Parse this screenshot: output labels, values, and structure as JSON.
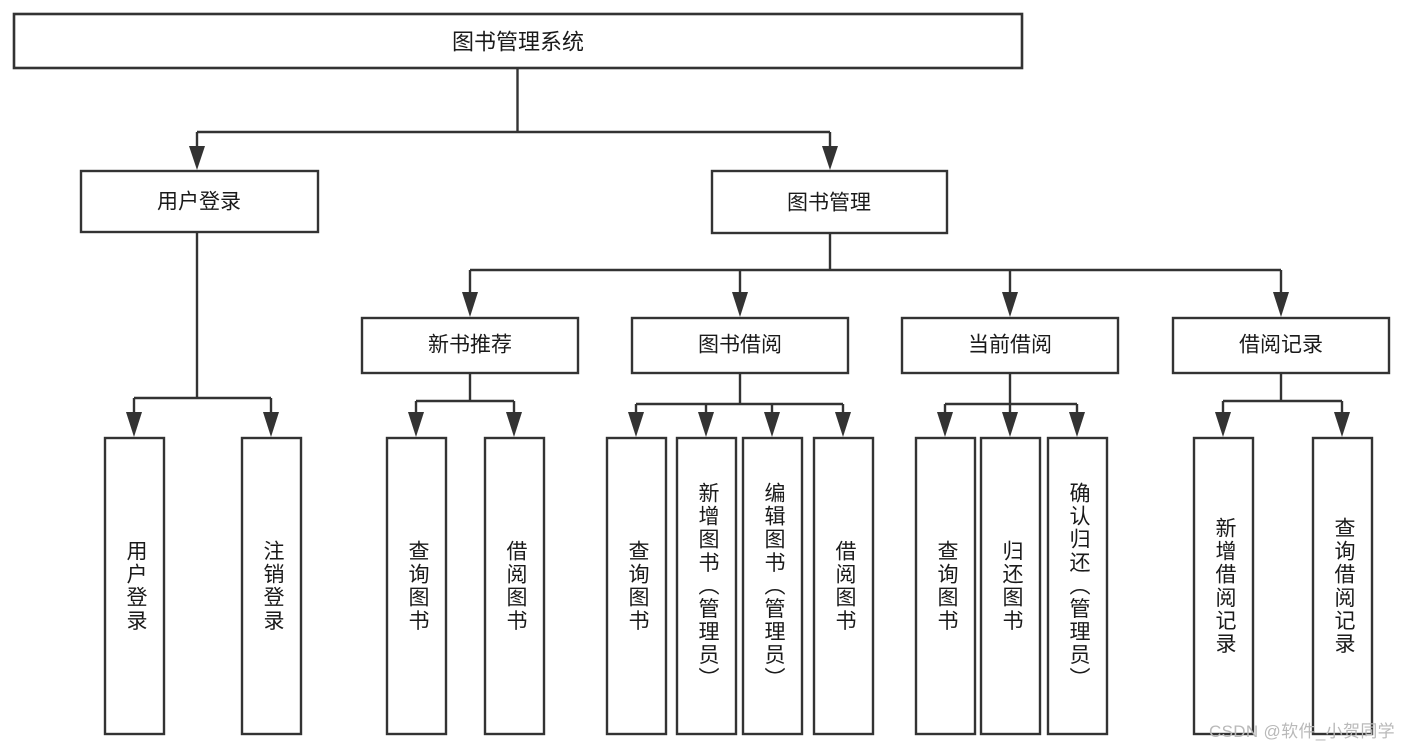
{
  "diagram": {
    "type": "tree-hierarchy",
    "title": "图书管理系统",
    "orientation": "top-down",
    "colors": {
      "box_fill": "#ffffff",
      "box_stroke": "#333333",
      "text": "#1a1a1a",
      "background": "#ffffff",
      "watermark": "#b9b9b9"
    },
    "root": {
      "label": "图书管理系统"
    },
    "level2": [
      {
        "label": "用户登录"
      },
      {
        "label": "图书管理"
      }
    ],
    "level3": [
      {
        "label": "新书推荐"
      },
      {
        "label": "图书借阅"
      },
      {
        "label": "当前借阅"
      },
      {
        "label": "借阅记录"
      }
    ],
    "leaves": {
      "user_login": [
        {
          "label": "用户登录"
        },
        {
          "label": "注销登录"
        }
      ],
      "new_book_recommend": [
        {
          "label": "查询图书"
        },
        {
          "label": "借阅图书"
        }
      ],
      "book_borrow": [
        {
          "label": "查询图书"
        },
        {
          "label": "新增图书（管理员）"
        },
        {
          "label": "编辑图书（管理员）"
        },
        {
          "label": "借阅图书"
        }
      ],
      "current_borrow": [
        {
          "label": "查询图书"
        },
        {
          "label": "归还图书"
        },
        {
          "label": "确认归还（管理员）"
        }
      ],
      "borrow_record": [
        {
          "label": "新增借阅记录"
        },
        {
          "label": "查询借阅记录"
        }
      ]
    }
  },
  "watermark": {
    "text": "CSDN @软件_小贺同学"
  }
}
